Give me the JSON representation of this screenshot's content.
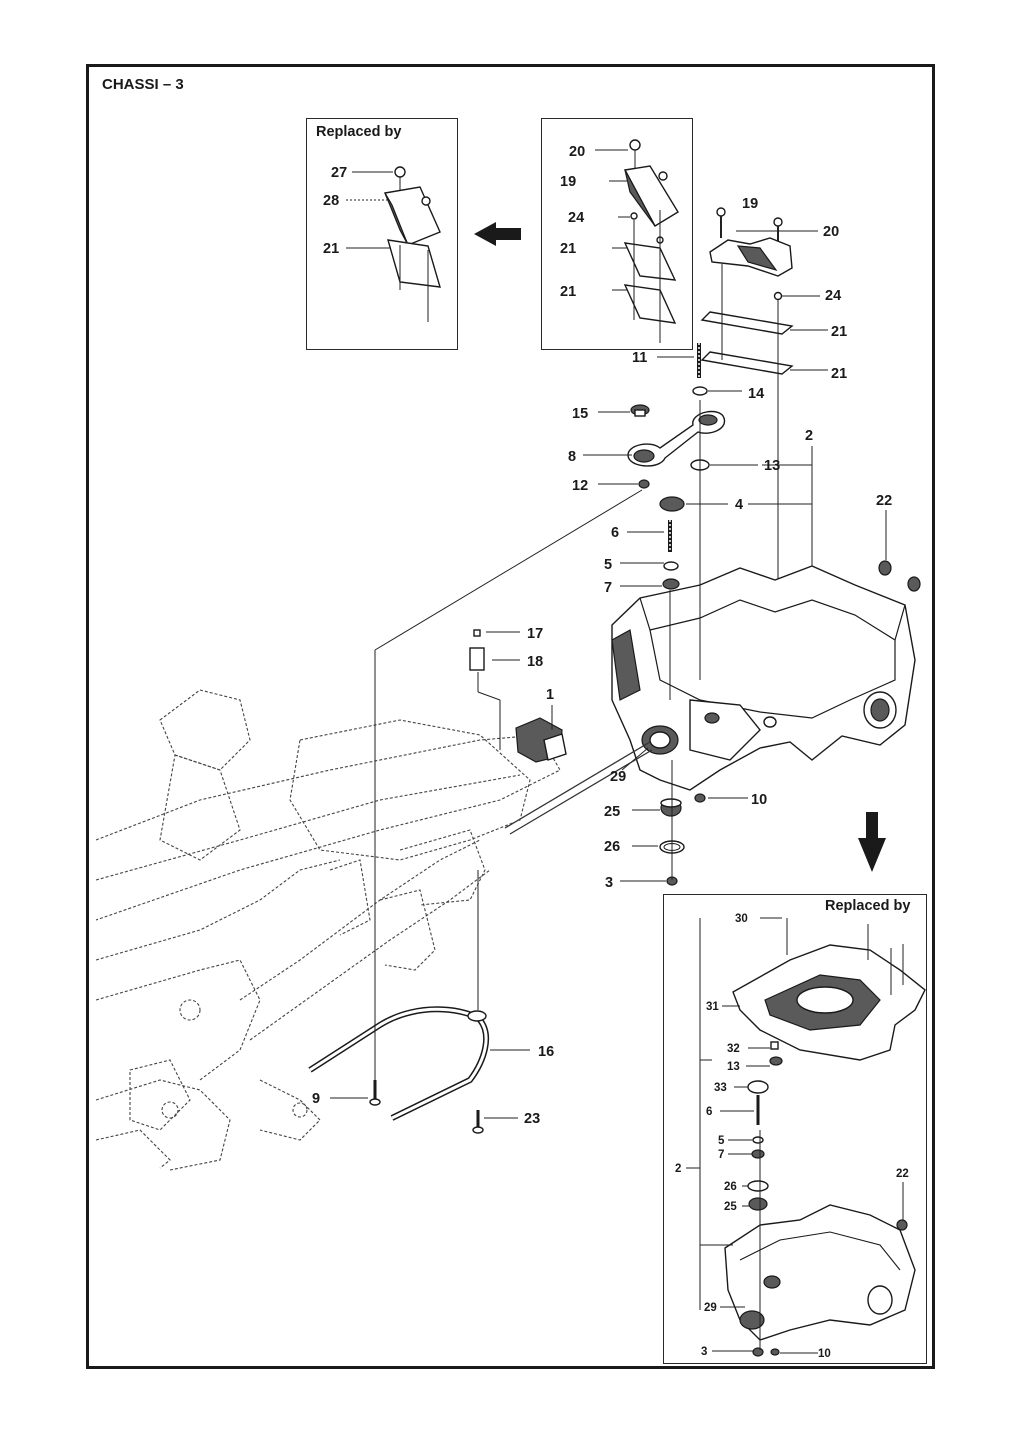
{
  "title": "CHASSI – 3",
  "replaced_by_label": "Replaced by",
  "callouts_top_left": [
    "27",
    "28",
    "21"
  ],
  "callouts_top_mid": [
    "20",
    "19",
    "24",
    "21",
    "21"
  ],
  "callouts_main": [
    "19",
    "20",
    "24",
    "21",
    "21",
    "11",
    "14",
    "15",
    "8",
    "13",
    "2",
    "12",
    "4",
    "22",
    "6",
    "5",
    "7",
    "17",
    "18",
    "1",
    "29",
    "25",
    "10",
    "26",
    "3",
    "16",
    "9",
    "23"
  ],
  "callouts_bottom_right": [
    "30",
    "31",
    "32",
    "13",
    "33",
    "6",
    "5",
    "7",
    "2",
    "26",
    "25",
    "22",
    "29",
    "3",
    "10"
  ],
  "colors": {
    "line": "#1a1a1a",
    "fill_dark": "#5a5a5a",
    "background": "#ffffff"
  },
  "icons": [
    "arrow-left-icon",
    "arrow-down-icon"
  ]
}
